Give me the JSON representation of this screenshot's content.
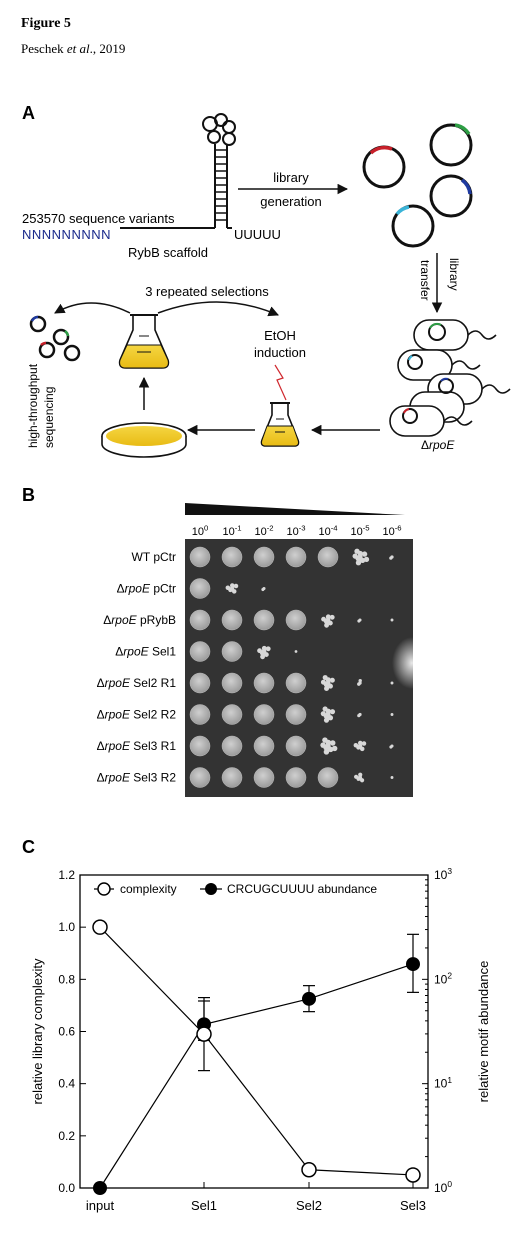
{
  "figure": {
    "title": "Figure 5",
    "author_prefix": "Peschek ",
    "author_etal": "et al",
    "author_suffix": "., 2019"
  },
  "panelA": {
    "label": "A",
    "variants": "253570 sequence variants",
    "seq": "NNNNNNNNN",
    "scaffold": "RybB scaffold",
    "polyU": "UUUUU",
    "library_gen_1": "library",
    "library_gen_2": "generation",
    "transfer_1": "library",
    "transfer_2": "transfer",
    "repeated": "3 repeated selections",
    "etoh_1": "EtOH",
    "etoh_2": "induction",
    "hts_1": "high-throughput",
    "hts_2": "sequencing",
    "strain_delta": "Δ",
    "strain_name": "rpoE"
  },
  "panelB": {
    "label": "B",
    "dilution_labels": [
      {
        "base": "10",
        "exp": "0"
      },
      {
        "base": "10",
        "exp": "-1"
      },
      {
        "base": "10",
        "exp": "-2"
      },
      {
        "base": "10",
        "exp": "-3"
      },
      {
        "base": "10",
        "exp": "-4"
      },
      {
        "base": "10",
        "exp": "-5"
      },
      {
        "base": "10",
        "exp": "-6"
      }
    ],
    "strains": [
      {
        "pre": "",
        "ital": "",
        "post": "WT pCtr",
        "growth": [
          1,
          1,
          1,
          1,
          1,
          0.85,
          0.2
        ]
      },
      {
        "pre": "Δ",
        "ital": "rpoE",
        "post": " pCtr",
        "growth": [
          1,
          0.6,
          0.15,
          0,
          0,
          0,
          0
        ]
      },
      {
        "pre": "Δ",
        "ital": "rpoE",
        "post": " pRybB",
        "growth": [
          1,
          1,
          1,
          1,
          0.7,
          0.15,
          0.1
        ]
      },
      {
        "pre": "Δ",
        "ital": "rpoE",
        "post": " Sel1",
        "growth": [
          1,
          1,
          0.7,
          0.05,
          0,
          0,
          0
        ]
      },
      {
        "pre": "Δ",
        "ital": "rpoE",
        "post": " Sel2 R1",
        "growth": [
          1,
          1,
          1,
          1,
          0.75,
          0.25,
          0.1
        ]
      },
      {
        "pre": "Δ",
        "ital": "rpoE",
        "post": " Sel2 R2",
        "growth": [
          1,
          1,
          1,
          1,
          0.8,
          0.2,
          0.1
        ]
      },
      {
        "pre": "Δ",
        "ital": "rpoE",
        "post": " Sel3 R1",
        "growth": [
          1,
          1,
          1,
          1,
          0.9,
          0.6,
          0.15
        ]
      },
      {
        "pre": "Δ",
        "ital": "rpoE",
        "post": " Sel3 R2",
        "growth": [
          1,
          1,
          1,
          1,
          1,
          0.5,
          0.1
        ]
      }
    ]
  },
  "panelC": {
    "label": "C"
  },
  "chart_data": {
    "type": "line",
    "categories": [
      "input",
      "Sel1",
      "Sel2",
      "Sel3"
    ],
    "ylabel": "relative library complexity",
    "ylabel_right": "relative motif abundance",
    "ylim": [
      0.0,
      1.2
    ],
    "yticks": [
      "0.0",
      "0.2",
      "0.4",
      "0.6",
      "0.8",
      "1.0",
      "1.2"
    ],
    "ylim_right": [
      1,
      1000
    ],
    "yscale_right": "log",
    "yticks_right": [
      {
        "base": "10",
        "exp": "0"
      },
      {
        "base": "10",
        "exp": "1"
      },
      {
        "base": "10",
        "exp": "2"
      },
      {
        "base": "10",
        "exp": "3"
      }
    ],
    "legend_position": "top",
    "series": [
      {
        "name": "complexity",
        "marker": "open-circle",
        "axis": "left",
        "values": [
          1.0,
          0.59,
          0.07,
          0.05
        ],
        "errors": [
          0,
          0.14,
          0.015,
          0.01
        ]
      },
      {
        "name": "CRCUGCUUUU abundance",
        "marker": "filled-circle",
        "axis": "right",
        "values": [
          1,
          37,
          65,
          140
        ],
        "errors_low": [
          1,
          26,
          49,
          75
        ],
        "errors_high": [
          1,
          62,
          87,
          270
        ]
      }
    ]
  }
}
